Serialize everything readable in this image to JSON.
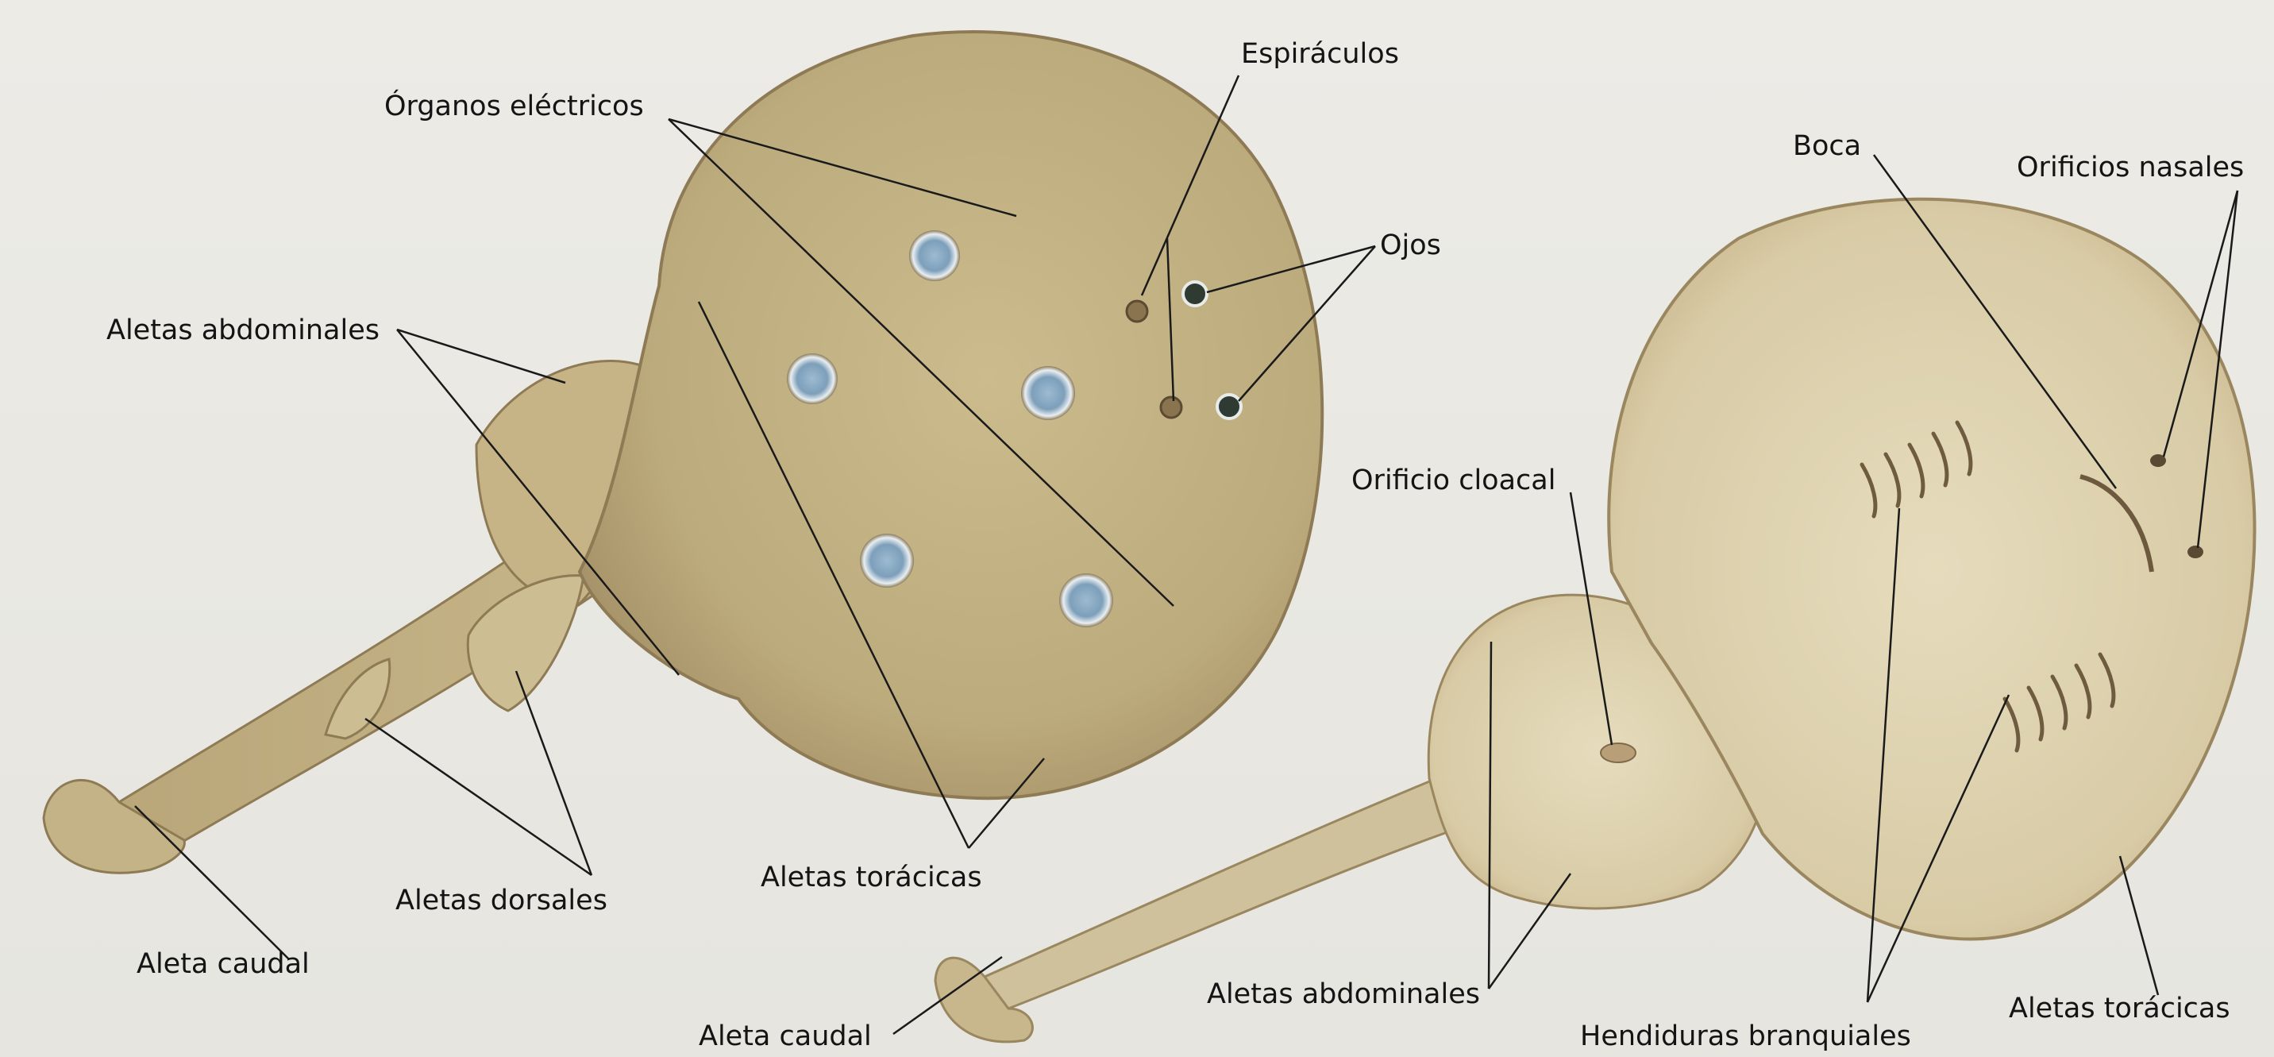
{
  "labels": {
    "organos_electricos": "Órganos eléctricos",
    "espiraculos": "Espiráculos",
    "ojos": "Ojos",
    "aletas_abdominales_left": "Aletas abdominales",
    "aletas_dorsales": "Aletas dorsales",
    "aletas_toracicas_left": "Aletas torácicas",
    "aleta_caudal_left": "Aleta caudal",
    "boca": "Boca",
    "orificios_nasales": "Orificios nasales",
    "orificio_cloacal": "Orificio cloacal",
    "aleta_caudal_right": "Aleta caudal",
    "aletas_abdominales_right": "Aletas abdominales",
    "hendiduras_branquiales": "Hendiduras branquiales",
    "aletas_toracicas_right": "Aletas torácicas"
  },
  "colors": {
    "background": "#e8e7e1",
    "dorsal_body": "#c2b284",
    "ventral_body": "#dcd1ad",
    "electric_organ_spot": "#7fa3c0",
    "leader_line": "#1a1a1a"
  }
}
